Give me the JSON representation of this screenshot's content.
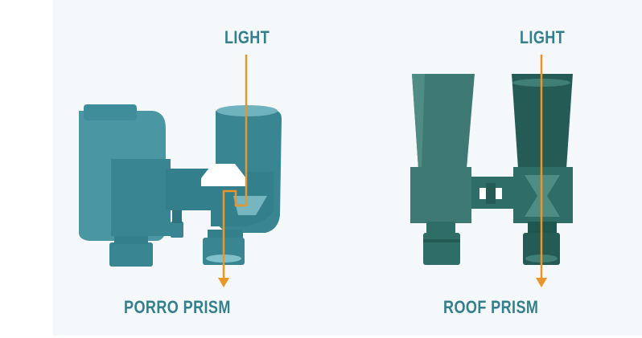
{
  "porro": {
    "light_label": "LIGHT",
    "title": "PORRO PRISM"
  },
  "roof": {
    "light_label": "LIGHT",
    "title": "ROOF PRISM"
  },
  "colors": {
    "background": "#f5f8fa",
    "porro_body": "#3d8a9a",
    "porro_dark": "#2f7380",
    "roof_body": "#2e6e66",
    "roof_dark": "#1e5750",
    "light_arrow": "#e8962a",
    "label_text": "#347f8c",
    "prism": "#ffffff"
  }
}
